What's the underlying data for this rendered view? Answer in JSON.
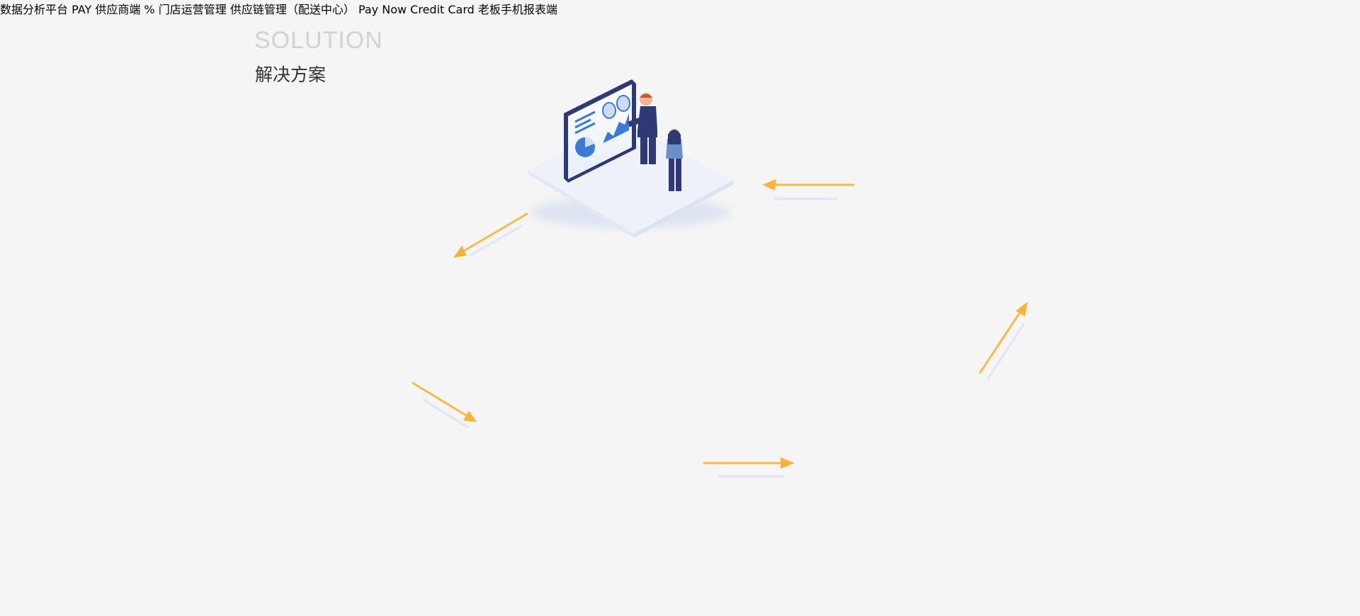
{
  "header": {
    "title_en": "SOLUTION",
    "title_zh": "解决方案"
  },
  "nodes": [
    {
      "id": "data-platform",
      "label": "数据分析平台"
    },
    {
      "id": "supplier",
      "label": "供应商端"
    },
    {
      "id": "store-ops",
      "label": "门店运营管理"
    },
    {
      "id": "supply-chain",
      "label": "供应链管理（配送中心）"
    },
    {
      "id": "boss-mobile",
      "label": "老板手机报表端"
    }
  ],
  "illustration_text": {
    "pay_tag": "PAY",
    "pay_now": "Pay Now",
    "credit_card": "Credit Card",
    "percent": "%"
  },
  "colors": {
    "primary": "#3b7bd8",
    "dark": "#2f3a75",
    "arrow": "#f7b33a",
    "background": "#f5f5f5"
  }
}
